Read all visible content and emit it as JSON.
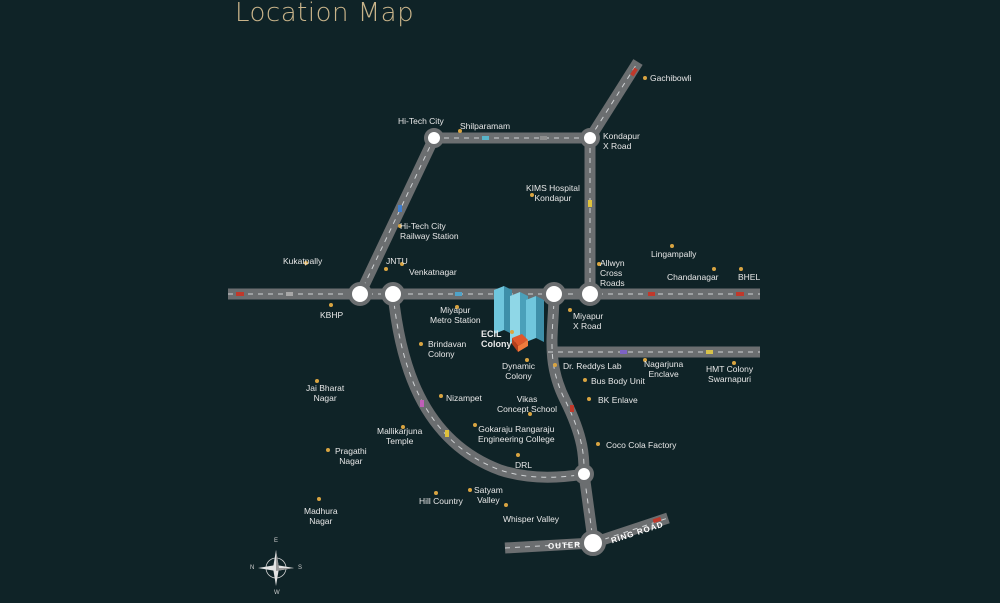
{
  "title": "Location Map",
  "road_labels": {
    "outer_ring_a": "OUTER",
    "outer_ring_b": "RING ROAD"
  },
  "places": {
    "gachibowli": "Gachibowli",
    "hitech_city": "Hi-Tech City",
    "shilparamam": "Shilparamam",
    "kondapur_x_road": [
      "Kondapur",
      "X Road"
    ],
    "kims_hospital": [
      "KIMS Hospital",
      "Kondapur"
    ],
    "hitech_railway": [
      "Hi-Tech City",
      "Railway Station"
    ],
    "lingampally": "Lingampally",
    "allwyn": [
      "Allwyn",
      "Cross",
      "Roads"
    ],
    "chandanagar": "Chandanagar",
    "bhel": "BHEL",
    "kukatpally": "Kukatpally",
    "jntu": "JNTU",
    "venkatnagar": "Venkatnagar",
    "kbhp": "KBHP",
    "miyapur_metro": [
      "Miyapur",
      "Metro Station"
    ],
    "ecil_colony": [
      "ECIL",
      "Colony"
    ],
    "miyapur_x_road": [
      "Miyapur",
      "X Road"
    ],
    "brindavan": [
      "Brindavan",
      "Colony"
    ],
    "dynamic_colony": [
      "Dynamic",
      "Colony"
    ],
    "dr_reddys": "Dr. Reddys Lab",
    "nagarjuna": [
      "Nagarjuna",
      "Enclave"
    ],
    "hmt_colony": [
      "HMT Colony",
      "Swarnapuri"
    ],
    "bus_body": "Bus Body Unit",
    "jai_bharat": [
      "Jai Bharat",
      "Nagar"
    ],
    "nizampet": "Nizampet",
    "vikas": [
      "Vikas",
      "Concept School"
    ],
    "bk_enlave": "BK Enlave",
    "mallikarjuna": [
      "Mallikarjuna",
      "Temple"
    ],
    "gokaraju": [
      "Gokaraju Rangaraju",
      "Engineering College"
    ],
    "coco_cola": "Coco Cola Factory",
    "pragathi": [
      "Pragathi",
      "Nagar"
    ],
    "drl": "DRL",
    "satyam": [
      "Satyam",
      "Valley"
    ],
    "hill_country": "Hill Country",
    "whisper": "Whisper Valley",
    "madhura": [
      "Madhura",
      "Nagar"
    ]
  },
  "compass": {
    "n": "N",
    "s": "S",
    "e": "E",
    "w": "W"
  },
  "colors": {
    "background": "#0f2327",
    "road": "#6b6e70",
    "dot": "#d9a441",
    "title": "#c9b48a"
  }
}
